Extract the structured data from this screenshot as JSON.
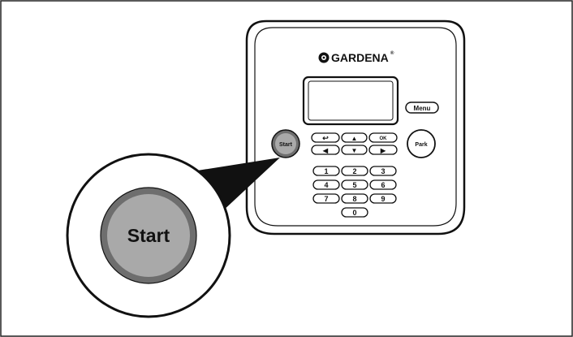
{
  "brand": {
    "name": "GARDENA",
    "trademark": "®"
  },
  "buttons": {
    "start": "Start",
    "park": "Park",
    "menu": "Menu",
    "ok": "OK",
    "back_symbol": "↩",
    "up_symbol": "▲",
    "down_symbol": "▼",
    "left_symbol": "◀",
    "right_symbol": "▶"
  },
  "keypad": {
    "k1": "1",
    "k2": "2",
    "k3": "3",
    "k4": "4",
    "k5": "5",
    "k6": "6",
    "k7": "7",
    "k8": "8",
    "k9": "9",
    "k0": "0"
  },
  "callout": {
    "label": "Start"
  },
  "colors": {
    "start_button_fill": "#a9a9a9",
    "start_button_ring": "#6e6e6e",
    "outline": "#111111"
  }
}
